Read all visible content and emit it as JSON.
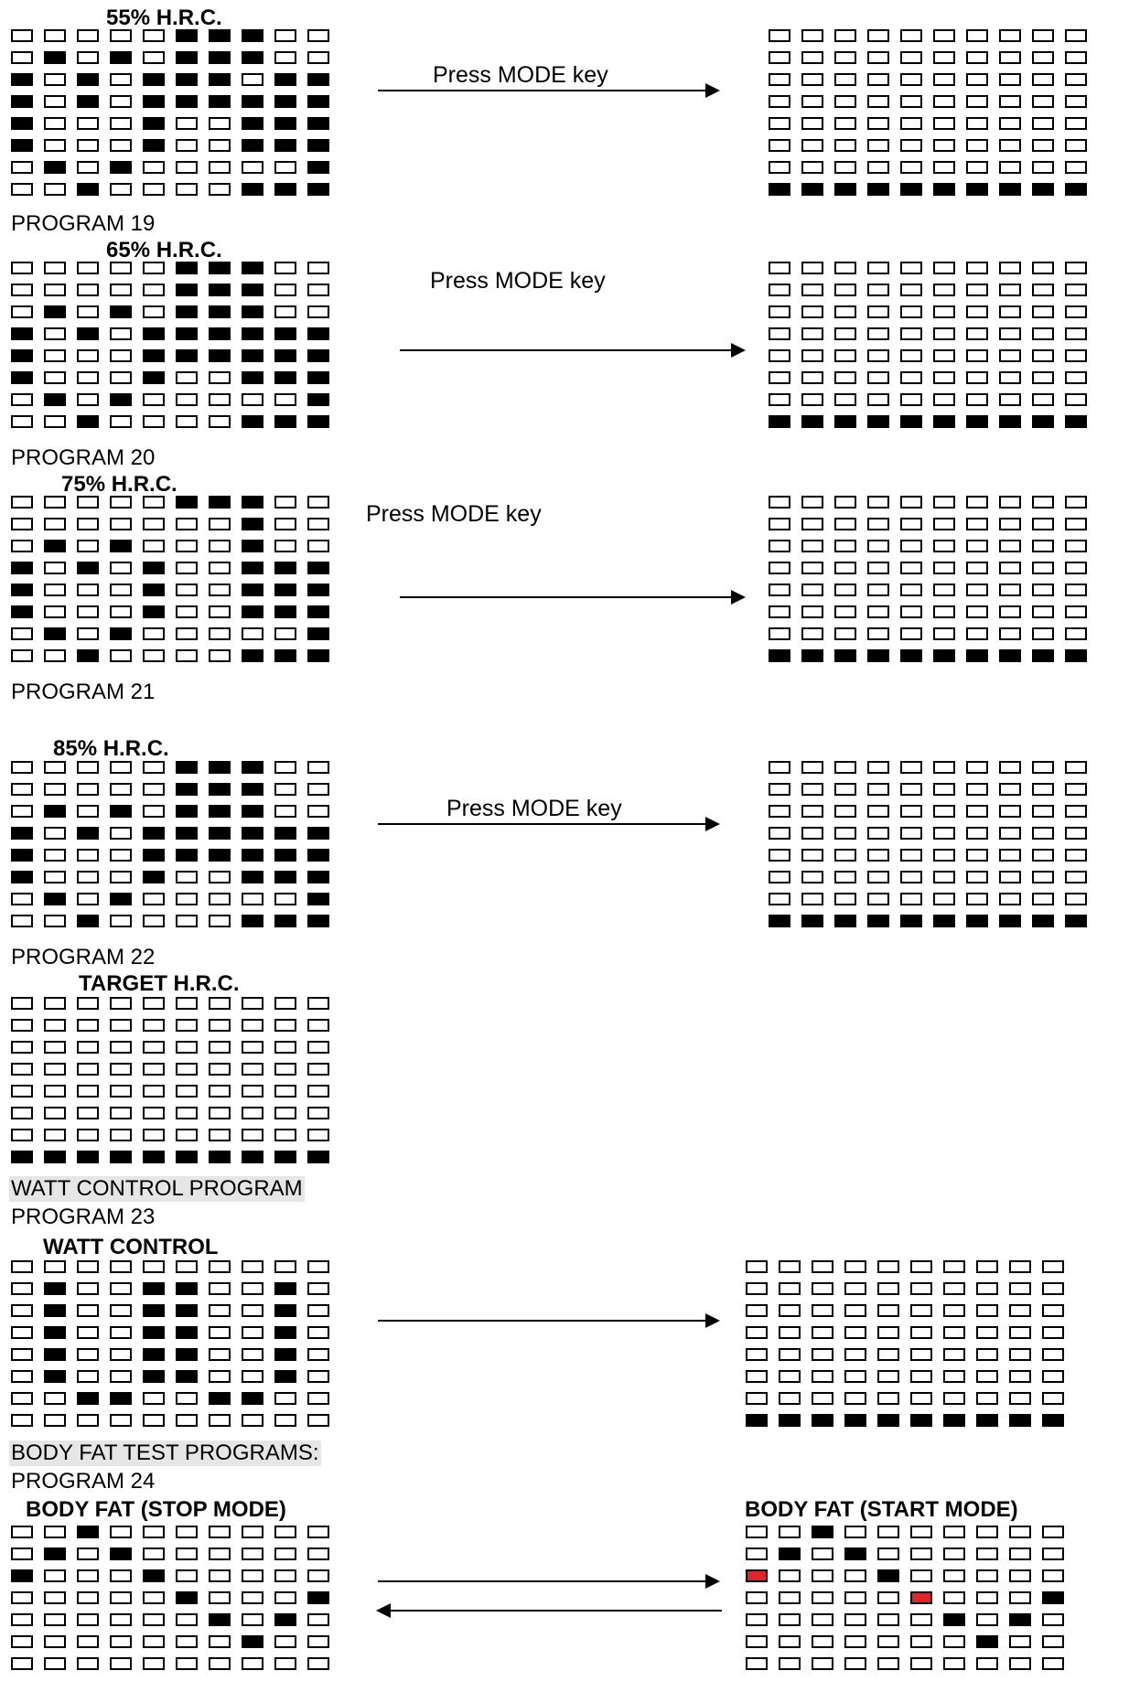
{
  "page": {
    "prog19": "PROGRAM 19",
    "prog20": "PROGRAM 20",
    "prog21": "PROGRAM 21",
    "prog22": "PROGRAM 22",
    "prog23": "PROGRAM 23",
    "prog24": "PROGRAM 24",
    "watt_section": "WATT CONTROL PROGRAM",
    "bodyfat_section": "BODY FAT TEST PROGRAMS:",
    "press_mode": "Press MODE key"
  },
  "colors": {
    "off": "#ffffff",
    "on": "#000000",
    "highlight": "#e0242b"
  },
  "matrices": {
    "m55": {
      "title": "55% H.R.C.",
      "rows": [
        "0000011100",
        "0101011100",
        "1010111011",
        "1010111111",
        "1000100111",
        "1000100111",
        "0101000001",
        "0010000111"
      ]
    },
    "mode": {
      "rows": [
        "0000000000",
        "0000000000",
        "0000000000",
        "0000000000",
        "0000000000",
        "0000000000",
        "0000000000",
        "1111111111"
      ]
    },
    "m65": {
      "title": "65% H.R.C.",
      "rows": [
        "0000011100",
        "0000011100",
        "0101011100",
        "1010111111",
        "1000111111",
        "1000100111",
        "0101000001",
        "0010000111"
      ]
    },
    "m75": {
      "title": "75% H.R.C.",
      "rows": [
        "0000011100",
        "0000000100",
        "0101000100",
        "1010100111",
        "1000100111",
        "1000100111",
        "0101000001",
        "0010000111"
      ]
    },
    "m85": {
      "title": "85% H.R.C.",
      "rows": [
        "0000011100",
        "0000011100",
        "0101011100",
        "1010111111",
        "1000111111",
        "1000100111",
        "0101000001",
        "0010000111"
      ]
    },
    "target": {
      "title": "TARGET H.R.C.",
      "rows": [
        "0000000000",
        "0000000000",
        "0000000000",
        "0000000000",
        "0000000000",
        "0000000000",
        "0000000000",
        "1111111111"
      ]
    },
    "watt": {
      "title": "WATT CONTROL",
      "rows": [
        "0000000000",
        "0100110010",
        "0100110010",
        "0100110010",
        "0100110010",
        "0100110010",
        "0011001100",
        "0000000000"
      ]
    },
    "bf_stop": {
      "title": "BODY FAT (STOP MODE)",
      "rows": [
        "0010000000",
        "0101000000",
        "1000100000",
        "0000010001",
        "0000001010",
        "0000000100",
        "0000000000"
      ]
    },
    "bf_start": {
      "title": "BODY FAT (START MODE)",
      "rows": [
        "0010000000",
        "0101000000",
        "2000100000",
        "0000020001",
        "0000001010",
        "0000000100",
        "0000000000"
      ]
    }
  }
}
